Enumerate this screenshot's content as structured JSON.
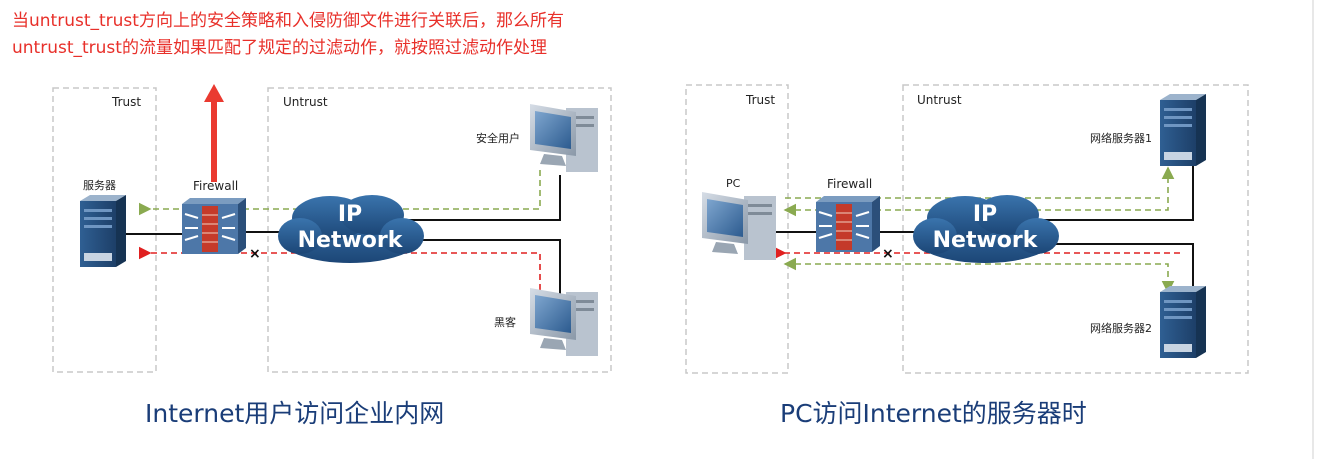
{
  "note": {
    "line1": "当untrust_trust方向上的安全策略和入侵防御文件进行关联后，那么所有",
    "line2": "untrust_trust的流量如果匹配了规定的过滤动作，就按照过滤动作处理"
  },
  "left": {
    "trust_label": "Trust",
    "untrust_label": "Untrust",
    "server_label": "服务器",
    "firewall_label": "Firewall",
    "network_label_1": "IP",
    "network_label_2": "Network",
    "safe_user_label": "安全用户",
    "hacker_label": "黑客",
    "caption": "Internet用户访问企业内网"
  },
  "right": {
    "trust_label": "Trust",
    "untrust_label": "Untrust",
    "pc_label": "PC",
    "firewall_label": "Firewall",
    "network_label_1": "IP",
    "network_label_2": "Network",
    "web_server_1_label": "网络服务器1",
    "web_server_2_label": "网络服务器2",
    "caption": "PC访问Internet的服务器时"
  },
  "colors": {
    "note_red": "#e8302a",
    "block_red": "#e02020",
    "allow_green": "#8aaa50",
    "caption_blue": "#1a3d78",
    "network_blue": "#24578c",
    "zone_border": "#c8c8c8"
  }
}
